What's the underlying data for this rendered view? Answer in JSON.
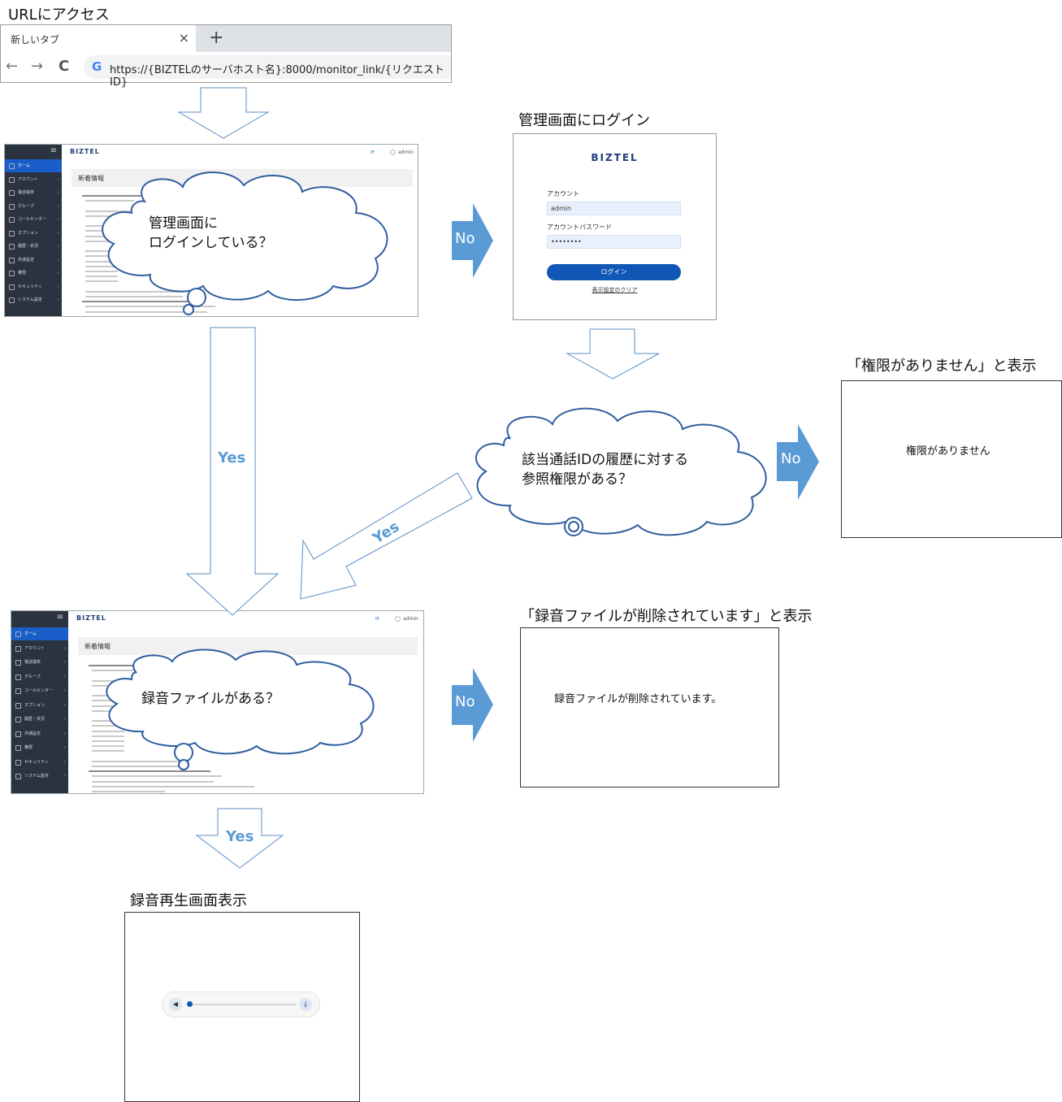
{
  "labels": {
    "url_access": "URLにアクセス",
    "login_screen": "管理画面にログイン",
    "no_permission_title": "「権限がありません」と表示",
    "file_deleted_title": "「録音ファイルが削除されています」と表示",
    "playback_title": "録音再生画面表示"
  },
  "browser": {
    "tab_title": "新しいタブ",
    "close_glyph": "×",
    "new_tab_glyph": "+",
    "back_glyph": "←",
    "forward_glyph": "→",
    "reload_glyph": "C",
    "google_glyph": "G",
    "url": "https://{BIZTELのサーバホスト名}:8000/monitor_link/{リクエストID}"
  },
  "admin": {
    "brand": "BIZTEL",
    "user": "admin",
    "news_title": "新着情報",
    "sidebar": [
      "ホーム",
      "アカウント",
      "電話端末",
      "グループ",
      "コールセンター",
      "オプション",
      "履歴・状況",
      "共通設定",
      "権限",
      "セキュリティ",
      "システム設定"
    ]
  },
  "login": {
    "brand": "BIZTEL",
    "account_label": "アカウント",
    "account_value": "admin",
    "password_label": "アカウントパスワード",
    "password_value": "••••••••",
    "login_button": "ログイン",
    "clear_link": "表示設定のクリア"
  },
  "thoughts": {
    "logged_in_line1": "管理画面に",
    "logged_in_line2": "ログインしている？",
    "permission_line1": "該当通話IDの履歴に対する",
    "permission_line2": "参照権限がある？",
    "has_file": "録音ファイルがある？"
  },
  "arrows": {
    "yes": "Yes",
    "no": "No"
  },
  "messages": {
    "no_permission": "権限がありません",
    "file_deleted": "録音ファイルが削除されています。"
  },
  "player": {
    "volume_glyph": "◀",
    "download_glyph": "⤓"
  },
  "colors": {
    "arrow_fill": "#5b9bd5",
    "brand": "#1d3c78",
    "sidebar": "#2b3240",
    "active": "#1a5fc9"
  }
}
